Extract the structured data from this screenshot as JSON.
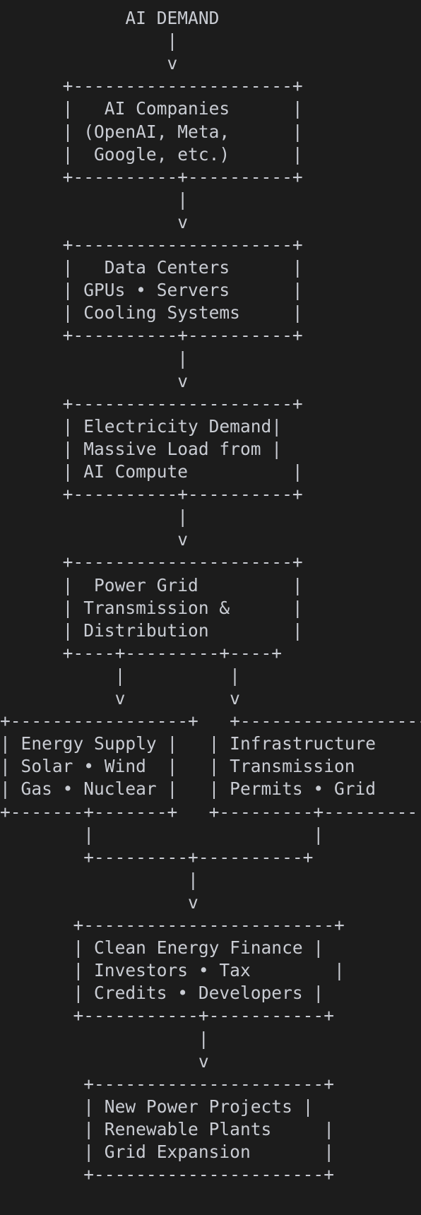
{
  "lines": [
    "            AI DEMAND",
    "                |",
    "                v",
    "      +---------------------+",
    "      |   AI Companies      |",
    "      | (OpenAI, Meta,      |",
    "      |  Google, etc.)      |",
    "      +----------+----------+",
    "                 |",
    "                 v",
    "      +---------------------+",
    "      |   Data Centers      |",
    "      | GPUs • Servers      |",
    "      | Cooling Systems     |",
    "      +----------+----------+",
    "                 |",
    "                 v",
    "      +---------------------+",
    "      | Electricity Demand|",
    "      | Massive Load from |",
    "      | AI Compute          |",
    "      +----------+----------+",
    "                 |",
    "                 v",
    "      +---------------------+",
    "      |  Power Grid         |",
    "      | Transmission &      |",
    "      | Distribution        |",
    "      +----+---------+----+",
    "           |          |",
    "           v          v",
    "+-----------------+   +-------------------",
    "| Energy Supply |   | Infrastructure",
    "| Solar • Wind  |   | Transmission",
    "| Gas • Nuclear |   | Permits • Grid",
    "+-------+-------+   +---------+---------",
    "        |                     |",
    "        +---------+----------+",
    "                  |",
    "                  v",
    "       +------------------------+",
    "       | Clean Energy Finance |",
    "       | Investors • Tax        |",
    "       | Credits • Developers |",
    "       +-----------+-----------+",
    "                   |",
    "                   v",
    "        +----------------------+",
    "        | New Power Projects |",
    "        | Renewable Plants     |",
    "        | Grid Expansion       |",
    "        +----------------------+"
  ]
}
